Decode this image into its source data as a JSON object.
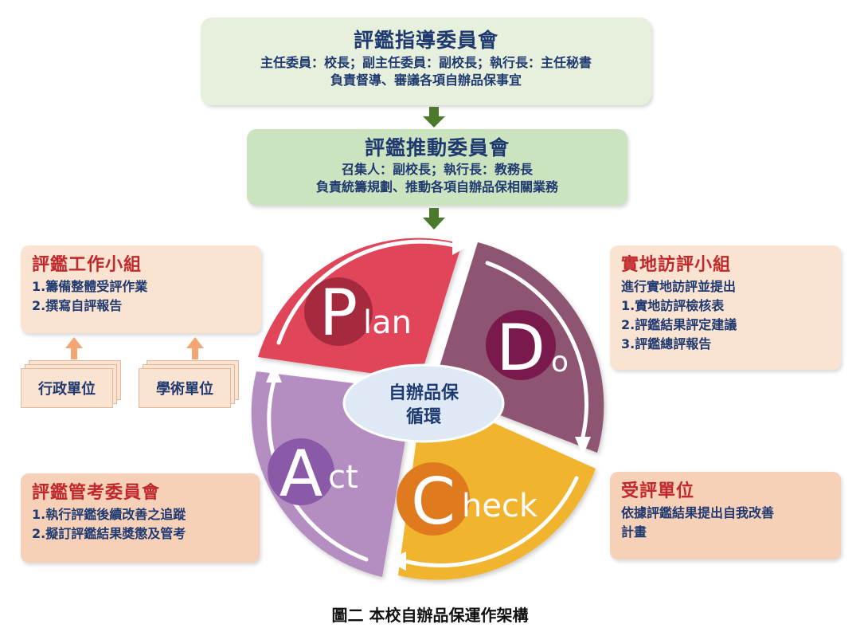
{
  "top_committee": {
    "title": "評鑑指導委員會",
    "line1": "主任委員：校長；副主任委員：副校長；執行長：主任秘書",
    "line2": "負責督導、審議各項自辦品保事宜"
  },
  "mid_committee": {
    "title": "評鑑推動委員會",
    "line1": "召集人：副校長；執行長：教務長",
    "line2": "負責統籌規劃、推動各項自辦品保相關業務"
  },
  "work_group": {
    "title": "評鑑工作小組",
    "items": [
      "1.籌備整體受評作業",
      "2.撰寫自評報告"
    ]
  },
  "units": [
    "行政單位",
    "學術單位"
  ],
  "visit_group": {
    "title": "實地訪評小組",
    "intro": "進行實地訪評並提出",
    "items": [
      "1.實地訪評檢核表",
      "2.評鑑結果評定建議",
      "3.評鑑總評報告"
    ]
  },
  "control_committee": {
    "title": "評鑑管考委員會",
    "items": [
      "1.執行評鑑後續改善之追蹤",
      "2.擬訂評鑑結果獎懲及管考"
    ]
  },
  "evaluated_unit": {
    "title": "受評單位",
    "line1": "依據評鑑結果提出自我改善",
    "line2": "計畫"
  },
  "cycle": {
    "center_line1": "自辦品保",
    "center_line2": "循環",
    "plan_big": "P",
    "plan_rest": "lan",
    "do_big": "D",
    "do_rest": "o",
    "check_big": "C",
    "check_rest": "heck",
    "act_big": "A",
    "act_rest": "ct"
  },
  "caption": "圖二 本校自辦品保運作架構",
  "colors": {
    "plan": "#e0455a",
    "do": "#8e5472",
    "check": "#f0b42e",
    "act": "#b48ec0",
    "plan_circle": "#a52a3e",
    "do_circle": "#7a1a4c",
    "check_circle": "#e07a1e",
    "act_circle": "#8a5aa8",
    "arrow_green": "#4a7a2a"
  }
}
